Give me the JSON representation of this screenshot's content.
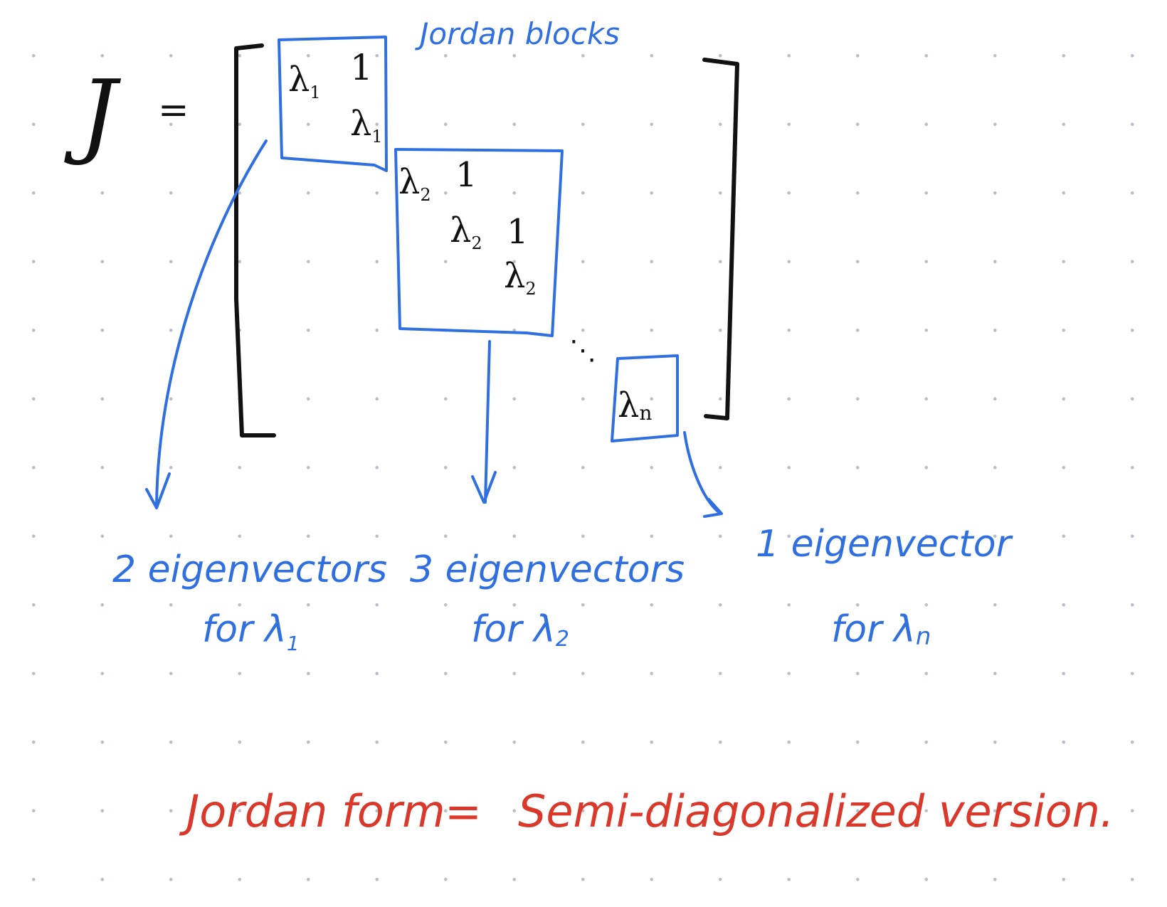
{
  "colors": {
    "ink": "#111111",
    "blue": "#2f6fe0",
    "red": "#d9382a",
    "dot": "#b9bec8"
  },
  "diagram": {
    "matrix_symbol": "J",
    "equals": "=",
    "blocks_label": "Jordan blocks",
    "block1": {
      "l_a": "λ",
      "sub_a": "1",
      "one": "1",
      "l_b": "λ",
      "sub_b": "1"
    },
    "block2": {
      "l_a": "λ",
      "sub_a": "2",
      "one_a": "1",
      "l_b": "λ",
      "sub_b": "2",
      "one_b": "1",
      "l_c": "λ",
      "sub_c": "2"
    },
    "ellipsis": "⋱",
    "block3": {
      "l": "λ",
      "sub": "n"
    }
  },
  "annotations": {
    "a1_line1": "2 eigenvectors",
    "a1_line2": "for λ",
    "a1_sub": "1",
    "a2_line1": "3 eigenvectors",
    "a2_line2": "for λ",
    "a2_sub": "2",
    "a3_line1": "1 eigenvector",
    "a3_line2": "for λ",
    "a3_sub": "n"
  },
  "summary": {
    "left": "Jordan form",
    "equals": "=",
    "right": "Semi-diagonalized version."
  }
}
